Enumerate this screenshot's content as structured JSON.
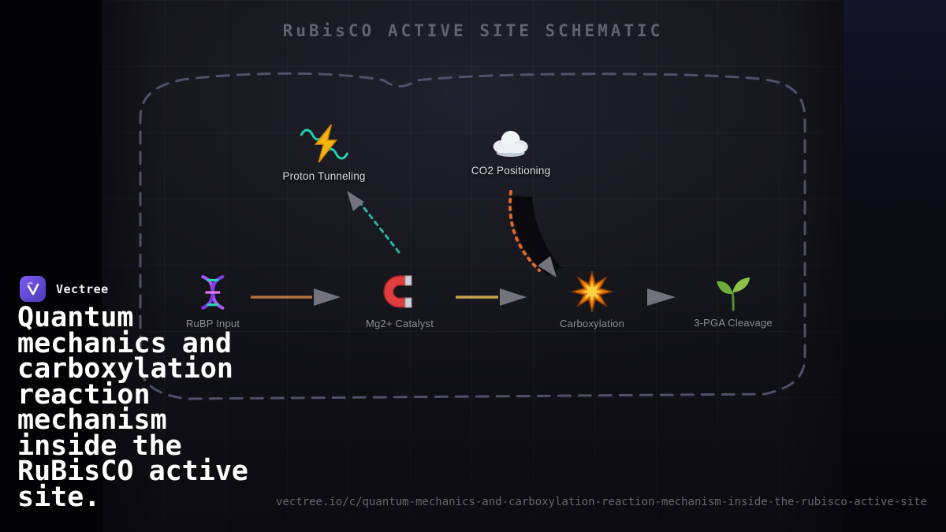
{
  "title": "RuBisCO ACTIVE SITE SCHEMATIC",
  "brand": {
    "name": "Vectree"
  },
  "headline": "Quantum mechanics and carboxylation reaction mechanism inside the RuBisCO active site.",
  "footer_url": "vectree.io/c/quantum-mechanics-and-carboxylation-reaction-mechanism-inside-the-rubisco-active-site",
  "diagram": {
    "flow_nodes": [
      {
        "label": "RuBP Input",
        "icon": "dna-icon"
      },
      {
        "label": "Mg2+ Catalyst",
        "icon": "magnet-icon"
      },
      {
        "label": "Carboxylation",
        "icon": "explosion-icon"
      },
      {
        "label": "3-PGA Cleavage",
        "icon": "seedling-icon"
      }
    ],
    "aux_nodes": [
      {
        "label": "Proton Tunneling",
        "icon": "tunneling-icon"
      },
      {
        "label": "CO2 Positioning",
        "icon": "cloud-icon"
      }
    ],
    "colors": {
      "arrow_orange": "#b5713f",
      "arrow_yellow": "#c6a44e",
      "arrow_gray": "#73737d",
      "dash_teal": "#2bb3a3",
      "dot_orange": "#e0662a",
      "enclosure": "#5b5b75"
    }
  }
}
